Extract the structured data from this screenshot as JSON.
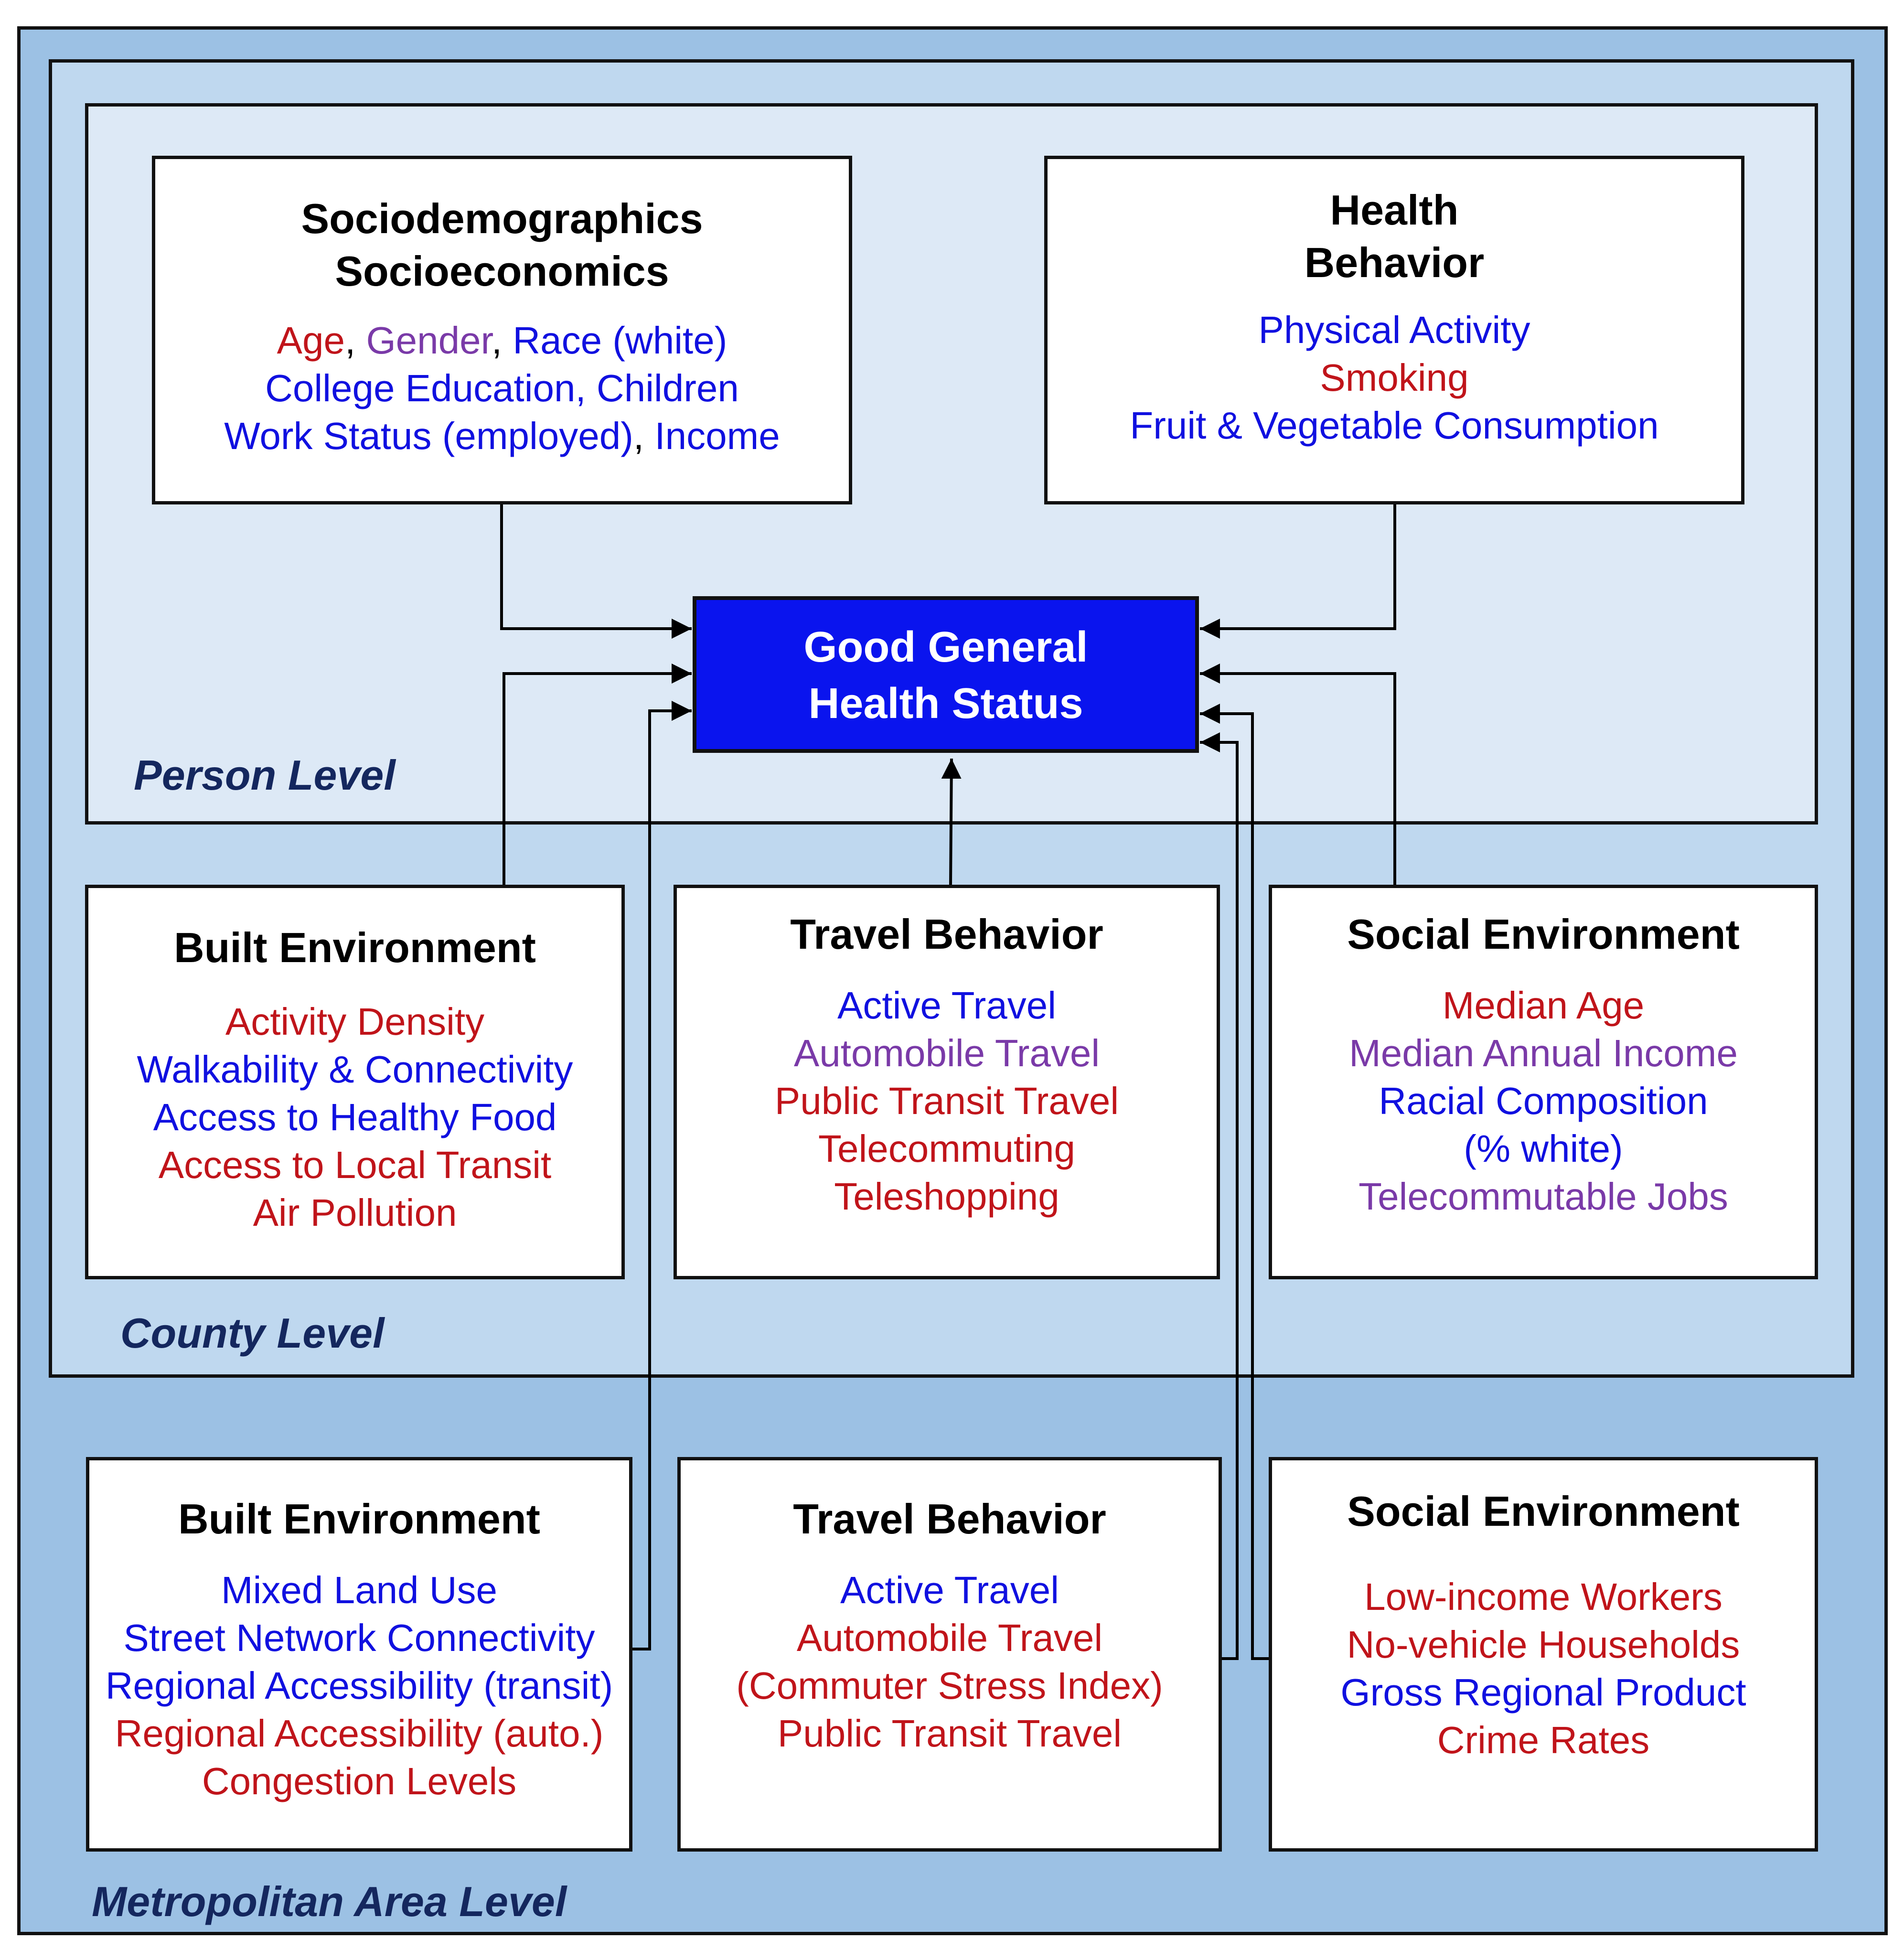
{
  "colors": {
    "red": "#c0141a",
    "blue": "#1010e0",
    "purple": "#7a3aa8",
    "center_fill": "#0a14ee",
    "person_bg": "#dde9f6",
    "county_bg": "#bfd8ef",
    "metro_bg": "#9cc1e4",
    "level_label": "#14275e"
  },
  "levels": {
    "person": "Person Level",
    "county": "County Level",
    "metro": "Metropolitan Area Level"
  },
  "center": {
    "line1": "Good General",
    "line2": "Health Status"
  },
  "person": {
    "sociodemographics": {
      "title1": "Sociodemographics",
      "title2": "Socioeconomics",
      "line1": [
        {
          "text": "Age",
          "color": "red"
        },
        {
          "text": ", ",
          "color": "black"
        },
        {
          "text": "Gender",
          "color": "purple"
        },
        {
          "text": ", ",
          "color": "black"
        },
        {
          "text": "Race (white)",
          "color": "blue"
        }
      ],
      "line2": [
        {
          "text": "College Education, Children",
          "color": "blue"
        }
      ],
      "line3": [
        {
          "text": "Work Status (employed)",
          "color": "blue"
        },
        {
          "text": ", ",
          "color": "black"
        },
        {
          "text": "Income",
          "color": "blue"
        }
      ]
    },
    "health_behavior": {
      "title1": "Health",
      "title2": "Behavior",
      "items": [
        {
          "text": "Physical Activity",
          "color": "blue"
        },
        {
          "text": "Smoking",
          "color": "red"
        },
        {
          "text": "Fruit & Vegetable Consumption",
          "color": "blue"
        }
      ]
    }
  },
  "county": {
    "built_environment": {
      "title": "Built Environment",
      "items": [
        {
          "text": "Activity Density",
          "color": "red"
        },
        {
          "text": "Walkability & Connectivity",
          "color": "blue"
        },
        {
          "text": "Access to Healthy Food",
          "color": "blue"
        },
        {
          "text": "Access to Local Transit",
          "color": "red"
        },
        {
          "text": "Air Pollution",
          "color": "red"
        }
      ]
    },
    "travel_behavior": {
      "title": "Travel Behavior",
      "items": [
        {
          "text": "Active Travel",
          "color": "blue"
        },
        {
          "text": "Automobile Travel",
          "color": "purple"
        },
        {
          "text": "Public Transit Travel",
          "color": "red"
        },
        {
          "text": "Telecommuting",
          "color": "red"
        },
        {
          "text": "Teleshopping",
          "color": "red"
        }
      ]
    },
    "social_environment": {
      "title": "Social Environment",
      "items": [
        {
          "text": "Median Age",
          "color": "red"
        },
        {
          "text": "Median Annual Income",
          "color": "purple"
        },
        {
          "text": "Racial Composition",
          "color": "blue"
        },
        {
          "text": "(% white)",
          "color": "blue"
        },
        {
          "text": "Telecommutable Jobs",
          "color": "purple"
        }
      ]
    }
  },
  "metro": {
    "built_environment": {
      "title": "Built Environment",
      "items": [
        {
          "text": "Mixed Land Use",
          "color": "blue"
        },
        {
          "text": "Street Network Connectivity",
          "color": "blue"
        },
        {
          "text": "Regional Accessibility (transit)",
          "color": "blue"
        },
        {
          "text": "Regional Accessibility (auto.)",
          "color": "red"
        },
        {
          "text": "Congestion Levels",
          "color": "red"
        }
      ]
    },
    "travel_behavior": {
      "title": "Travel Behavior",
      "items": [
        {
          "text": "Active Travel",
          "color": "blue"
        },
        {
          "text": "Automobile Travel",
          "color": "red"
        },
        {
          "text": "(Commuter Stress Index)",
          "color": "red"
        },
        {
          "text": "Public Transit Travel",
          "color": "red"
        }
      ]
    },
    "social_environment": {
      "title": "Social Environment",
      "items": [
        {
          "text": "Low-income Workers",
          "color": "red"
        },
        {
          "text": "No-vehicle Households",
          "color": "red"
        },
        {
          "text": "Gross Regional Product",
          "color": "blue"
        },
        {
          "text": "Crime Rates",
          "color": "red"
        }
      ]
    }
  }
}
